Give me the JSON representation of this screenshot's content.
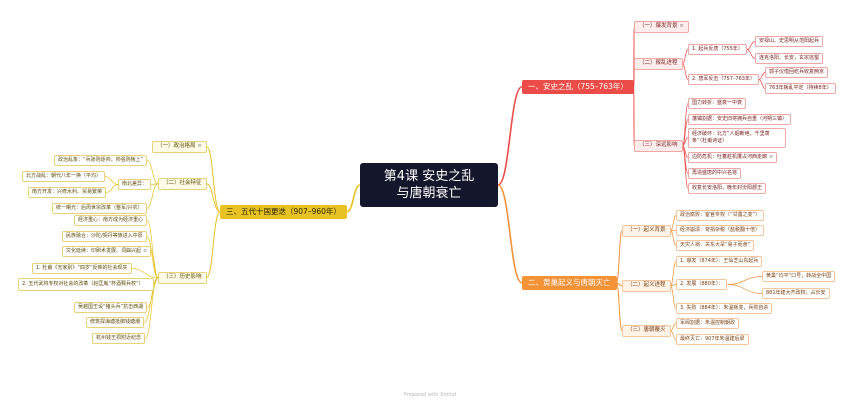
{
  "root": "第4课 安史之乱与唐朝衰亡",
  "colors": {
    "red": "#ec4c48",
    "orange": "#f39237",
    "yellow": "#e8c223",
    "root_bg": "#14162b"
  },
  "branches": {
    "b1": {
      "label": "一、安史之乱（755–763年）",
      "s1": {
        "label": "（一）爆发背景",
        "icon": "note-icon"
      },
      "s2": {
        "label": "（二）叛乱进程",
        "p1": {
          "label": "1. 起兵反唐（755年）",
          "c1": "安禄山、史思明从范阳起兵",
          "c2": "连克洛阳、长安，玄宗逃蜀"
        },
        "p2": {
          "label": "2. 唐军反击（757–763年）",
          "c1": "郭子仪借回纥兵收复两京",
          "c2": "763年叛乱平定（持续8年）"
        }
      },
      "s3": {
        "label": "（三）深远影响",
        "i1": "国力转折：盛衰一中衰",
        "i2": "藩镇割据：安史旧将拥兵自重（河朔三镇）",
        "i3": "经济破坏：北方“人烟断绝，千里萧条”（杜甫诗证）",
        "i4": "边防危机：吐蕃趁机攫占河西走廊",
        "i5": "再造盛唐的中兴名将",
        "i6": "收复长安洛阳，晚年封汾阳郡王"
      }
    },
    "b2": {
      "label": "二、黄巢起义与唐朝灭亡",
      "s1": {
        "label": "（一）起义背景",
        "i1": "政治腐败：宦官专权（“甘露之变”）",
        "i2": "经济崩溃：苛捐杂税（盐税翻十倍）",
        "i3": "天灾人祸：关东大旱“易子而食”"
      },
      "s2": {
        "label": "（二）起义进程",
        "i1": "1. 爆发（874年）：王仙芝山东起兵",
        "i2": "2. 发展（880年）：",
        "i2c1": "黄巢“均平”口号，转战全中国",
        "i2c2": "881年建大齐政权，占长安",
        "i3": "3. 失败（884年）：朱温叛变，兵败自杀"
      },
      "s3": {
        "label": "（三）唐朝覆灭",
        "i1": "军阀割据：朱温控制朝政",
        "i2": "最终灭亡：907年朱温建后梁"
      }
    },
    "b3": {
      "label": "三、五代十国更迭（907–960年）",
      "s1": {
        "label": "（一）政治格局",
        "icon": "note-icon"
      },
      "s2": {
        "label": "（二）社会特征",
        "i1": "政治乱象：“兵骄则逐帅，帅强则叛上”",
        "i2": "南北差异：",
        "i2c1": "北方战乱：朝代八年一换（平均）",
        "i2c2": "南方开发：兴修水利、贸易繁荣",
        "i3": "统一曙光：后周世宗改革（整军/兴农）"
      },
      "s3": {
        "label": "（三）历史影响",
        "i1": "经济重心：南方成为经济重心",
        "i2": "民族融合：沙陀/契丹等族进入中原",
        "i3": "文化延续：印刷术发展、词曲兴起",
        "i4": "1. 杜甫《无家别》“四岁”反映的社会现实",
        "i5": "2. 五代武将专权对社会的改革（赵匡胤“杯酒释兵权”）",
        "i6": "吴越国王设“猪头兵”抗击西湖",
        "i7": "修筑捍海塘抵御钱塘潮",
        "i8": "杭州钱王祠附近纪念"
      }
    }
  },
  "watermark": "Prepared with Xmind"
}
